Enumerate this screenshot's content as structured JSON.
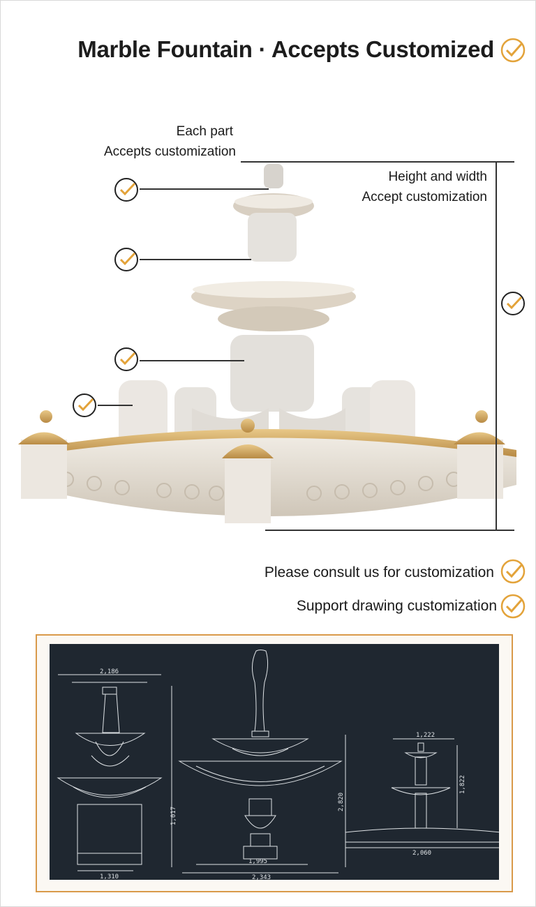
{
  "title": "Marble Fountain · Accepts Customized",
  "callouts": {
    "each_part_line1": "Each part",
    "each_part_line2": "Accepts customization",
    "height_width_line1": "Height and width",
    "height_width_line2": "Accept customization",
    "consult": "Please consult us for customization",
    "drawing": "Support drawing customization"
  },
  "colors": {
    "accent": "#e3a33a",
    "cad_background": "#1f2730",
    "frame_border": "#d99a4a"
  },
  "icons": [
    "check-circle-icon"
  ],
  "drawing_dimensions": {
    "left": {
      "top_width": "2,186",
      "height_segment": "1,017",
      "base_width": "1,310"
    },
    "middle": {
      "height": "2,820",
      "inner_width": "1,995",
      "total_width": "2,343"
    },
    "right": {
      "top_width": "1,222",
      "height": "1,822",
      "base_width": "2,060"
    }
  }
}
